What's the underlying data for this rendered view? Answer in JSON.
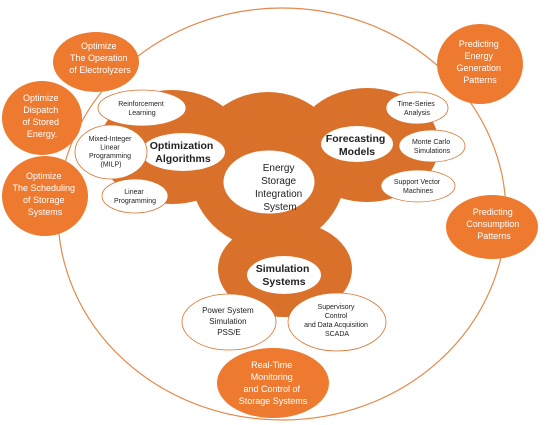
{
  "colors": {
    "accent_orange": "#d9712b",
    "outcome_orange": "#ee7a30",
    "orbit_line": "#e48a4c",
    "bubble_stroke": "#d9712b",
    "text_dark": "#222222",
    "text_light": "#ffffff"
  },
  "center": {
    "label": [
      "Energy",
      "Storage",
      "Integration",
      "System"
    ]
  },
  "hubs": {
    "optimization": {
      "label": [
        "Optimization",
        "Algorithms"
      ],
      "methods": [
        {
          "label": [
            "Reinforcement",
            "Learning"
          ]
        },
        {
          "label": [
            "Mixed-Integer",
            "Linear",
            "Programming",
            "(MILP)"
          ]
        },
        {
          "label": [
            "Linear",
            "Programming"
          ]
        }
      ]
    },
    "forecasting": {
      "label": [
        "Forecasting",
        "Models"
      ],
      "methods": [
        {
          "label": [
            "Time-Series",
            "Analysis"
          ]
        },
        {
          "label": [
            "Monte Carlo",
            "Simulations"
          ]
        },
        {
          "label": [
            "Support Vector",
            "Machines"
          ]
        }
      ]
    },
    "simulation": {
      "label": [
        "Simulation",
        "Systems"
      ],
      "methods": [
        {
          "label": [
            "Power System",
            "Simulation",
            "PSS/E"
          ]
        },
        {
          "label": [
            "Supervisory",
            "Control",
            "and Data Acquisition",
            "SCADA"
          ]
        }
      ]
    }
  },
  "outcomes": {
    "electrolyzers": {
      "label": [
        "Optimize",
        "The Operation",
        "of Electrolyzers"
      ]
    },
    "dispatch": {
      "label": [
        "Optimize",
        "Dispatch",
        "of Stored",
        "Energy."
      ]
    },
    "scheduling": {
      "label": [
        "Optimize",
        "The Scheduling",
        "of Storage",
        "Systems"
      ]
    },
    "generation": {
      "label": [
        "Predicting",
        "Energy",
        "Generation",
        "Patterns"
      ]
    },
    "consumption": {
      "label": [
        "Predicting",
        "Consumption",
        "Patterns"
      ]
    },
    "monitoring": {
      "label": [
        "Real-Time",
        "Monitoring",
        "and Control of",
        "Storage Systems"
      ]
    }
  }
}
